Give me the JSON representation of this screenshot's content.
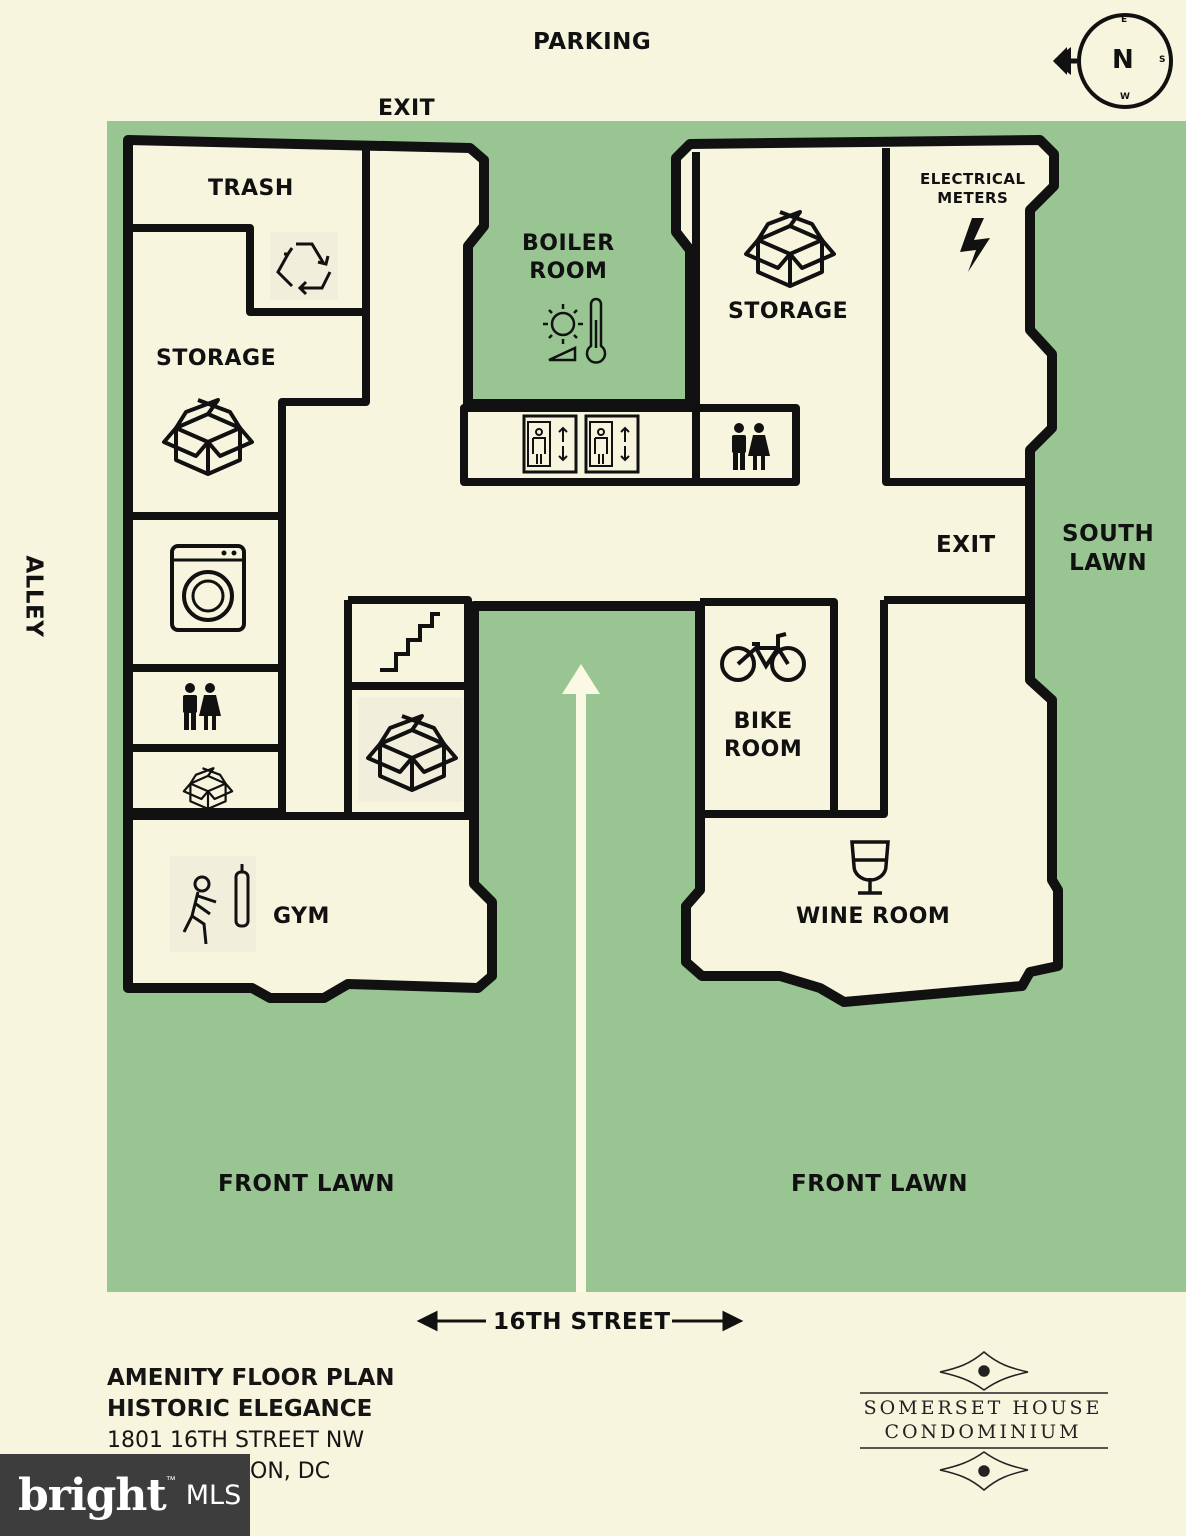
{
  "colors": {
    "background": "#f8f5df",
    "lawn": "#98c592",
    "wall": "#111111",
    "path": "#fbf8e4"
  },
  "labels": {
    "parking": "PARKING",
    "exit_top": "EXIT",
    "exit_right": "EXIT",
    "alley": "ALLEY",
    "south_lawn_1": "SOUTH",
    "south_lawn_2": "LAWN",
    "front_lawn_left": "FRONT LAWN",
    "front_lawn_right": "FRONT LAWN",
    "street": "16TH STREET"
  },
  "compass": {
    "main": "N",
    "top": "E",
    "right": "S",
    "bottom": "W"
  },
  "rooms": {
    "trash": "TRASH",
    "storage_left": "STORAGE",
    "boiler_1": "BOILER",
    "boiler_2": "ROOM",
    "storage_top": "STORAGE",
    "electrical_1": "ELECTRICAL",
    "electrical_2": "METERS",
    "bike_1": "BIKE",
    "bike_2": "ROOM",
    "gym": "GYM",
    "wine": "WINE ROOM"
  },
  "icons": [
    "recycle-icon",
    "box-icon",
    "washer-icon",
    "restroom-icon",
    "stairs-icon",
    "elevator-icon",
    "thermometer-icon",
    "sun-icon",
    "lightning-icon",
    "bicycle-icon",
    "wine-glass-icon",
    "boxing-icon",
    "arrow-icon"
  ],
  "title": {
    "line1": "AMENITY FLOOR PLAN",
    "line2": "HISTORIC ELEGANCE",
    "line3": "1801 16TH STREET NW",
    "line4": "ON, DC"
  },
  "logo": {
    "line1": "SOMERSET HOUSE",
    "line2": "CONDOMINIUM"
  },
  "watermark": {
    "word": "bright",
    "suffix": "MLS",
    "tm": "™"
  }
}
